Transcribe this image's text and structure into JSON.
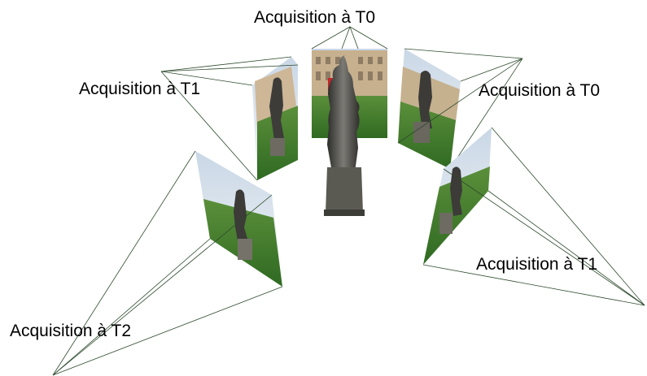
{
  "labels": {
    "top_center": "Acquisition à T0",
    "left_upper": "Acquisition à T1",
    "right_upper": "Acquisition à T0",
    "right_lower": "Acquisition à T1",
    "left_lower": "Acquisition à T2"
  },
  "colors": {
    "frustum_line": "#2d4a2d",
    "grass": "#3f7a2a",
    "sky": "#dfe8ef",
    "building": "#cbb79a",
    "statue": "#4a4a48"
  }
}
